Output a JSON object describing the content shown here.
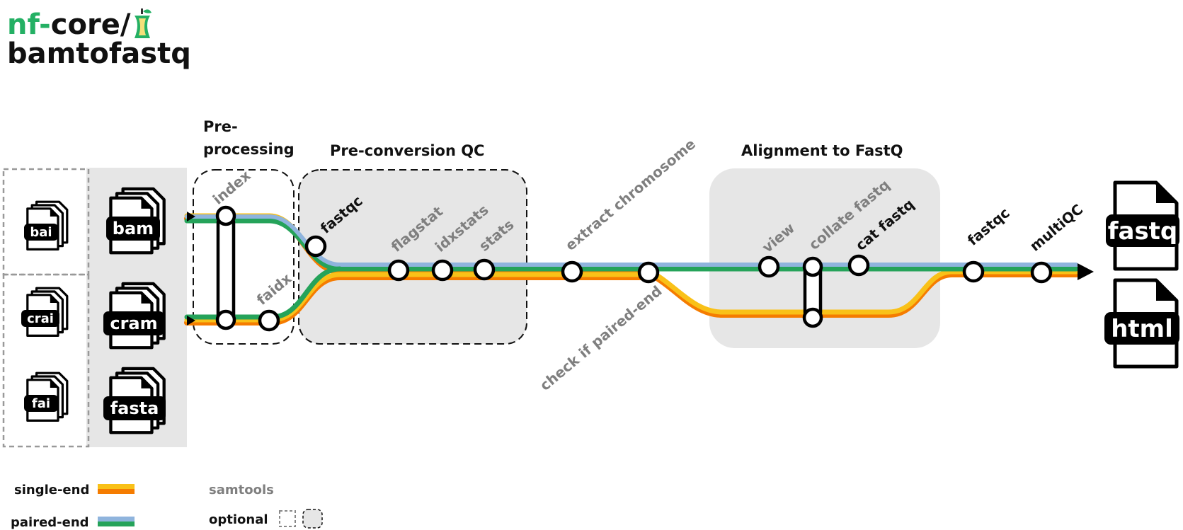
{
  "logo": {
    "prefix": "nf-",
    "core": "core/",
    "name": "bamtofastq",
    "accent_color": "#24b064",
    "apple_core_colors": [
      "#24b064",
      "#f4e07a"
    ]
  },
  "sections": {
    "preprocessing_line1": "Pre-",
    "preprocessing_line2": "processing",
    "preconversion_qc": "Pre-conversion QC",
    "alignment_to_fastq": "Alignment to FastQ"
  },
  "inputs": {
    "index_files": [
      "bai",
      "crai",
      "fai"
    ],
    "main_files": [
      "bam",
      "cram",
      "fasta"
    ]
  },
  "steps": {
    "index": "index",
    "faidx": "faidx",
    "fastqc_pre": "fastqc",
    "flagstat": "flagstat",
    "idxstats": "idxstats",
    "stats": "stats",
    "extract_chromosome": "extract chromosome",
    "check_paired_end": "check if paired-end",
    "view": "view",
    "collate_fastq": "collate fastq",
    "cat_fastq": "cat fastq",
    "fastqc_post": "fastqc",
    "multiqc": "multiQC"
  },
  "outputs": [
    "fastq",
    "html"
  ],
  "legend": {
    "single_end": "single-end",
    "paired_end": "paired-end",
    "samtools": "samtools",
    "optional": "optional"
  },
  "colors": {
    "single_end_top": "#f9c118",
    "single_end_bottom": "#f57c00",
    "paired_end_top": "#8fb4dd",
    "paired_end_bottom": "#25a35a",
    "samtools_text": "#7f7f7f",
    "box_fill": "#e6e6e6"
  }
}
